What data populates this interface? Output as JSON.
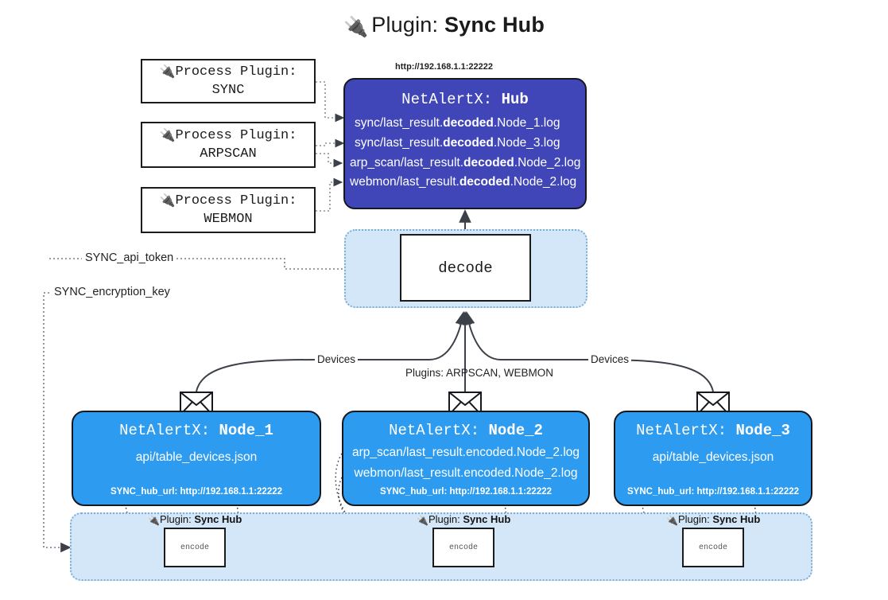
{
  "title": {
    "icon": "electric-plug-icon",
    "glyph": "🔌",
    "prefix": "Plugin: ",
    "name": "Sync Hub"
  },
  "process_plugins": [
    {
      "glyph": "🔌",
      "line1": "Process Plugin:",
      "line2": "SYNC"
    },
    {
      "glyph": "🔌",
      "line1": "Process Plugin:",
      "line2": "ARPSCAN"
    },
    {
      "glyph": "🔌",
      "line1": "Process Plugin:",
      "line2": "WEBMON"
    }
  ],
  "hub": {
    "url": "http://192.168.1.1:22222",
    "title_prefix": "NetAlertX: ",
    "title_name": "Hub",
    "lines": [
      {
        "pre": "sync/last_result.",
        "mid": "decoded",
        "post": ".Node_1.log"
      },
      {
        "pre": "sync/last_result.",
        "mid": "decoded",
        "post": ".Node_3.log"
      },
      {
        "pre": "arp_scan/last_result.",
        "mid": "decoded",
        "post": ".Node_2.log"
      },
      {
        "pre": "webmon/last_result.",
        "mid": "decoded",
        "post": ".Node_2.log"
      }
    ]
  },
  "decode": {
    "label": "decode"
  },
  "secrets": [
    {
      "label": "SYNC_api_token"
    },
    {
      "label": "SYNC_encryption_key"
    }
  ],
  "edge_labels": {
    "left_devices": "Devices",
    "right_devices": "Devices",
    "center_plugins": "Plugins: ARPSCAN, WEBMON"
  },
  "nodes": [
    {
      "title_prefix": "NetAlertX: ",
      "title_name": "Node_1",
      "lines": [
        "api/table_devices.json"
      ],
      "url": "SYNC_hub_url: http://192.168.1.1:22222",
      "envelope": "envelope-icon"
    },
    {
      "title_prefix": "NetAlertX: ",
      "title_name": "Node_2",
      "lines": [
        "arp_scan/last_result.encoded.Node_2.log",
        "webmon/last_result.encoded.Node_2.log"
      ],
      "url": "SYNC_hub_url: http://192.168.1.1:22222",
      "envelope": "envelope-icon"
    },
    {
      "title_prefix": "NetAlertX: ",
      "title_name": "Node_3",
      "lines": [
        "api/table_devices.json"
      ],
      "url": "SYNC_hub_url: http://192.168.1.1:22222",
      "envelope": "envelope-icon"
    }
  ],
  "encoders": [
    {
      "glyph": "🔌",
      "caption_prefix": "Plugin: ",
      "caption_name": "Sync Hub",
      "label": "encode"
    },
    {
      "glyph": "🔌",
      "caption_prefix": "Plugin: ",
      "caption_name": "Sync Hub",
      "label": "encode"
    },
    {
      "glyph": "🔌",
      "caption_prefix": "Plugin: ",
      "caption_name": "Sync Hub",
      "label": "encode"
    }
  ],
  "colors": {
    "hub": "#4046b8",
    "node": "#2d9cf0",
    "container": "#d4e7f9",
    "container_border": "#7ab0d8",
    "stroke": "#3b4049"
  }
}
